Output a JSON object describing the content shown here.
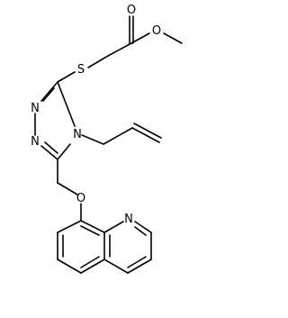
{
  "structure": {
    "atom_labels": {
      "ester_carbonyl_o": "O",
      "ester_o": "O",
      "thioether_s": "S",
      "triazole_n1": "N",
      "triazole_n2": "N",
      "triazole_n4": "N",
      "ether_o": "O",
      "quinoline_n": "N"
    },
    "colors": {
      "bond": "#000000",
      "label": "#000000",
      "background": "#ffffff"
    }
  }
}
